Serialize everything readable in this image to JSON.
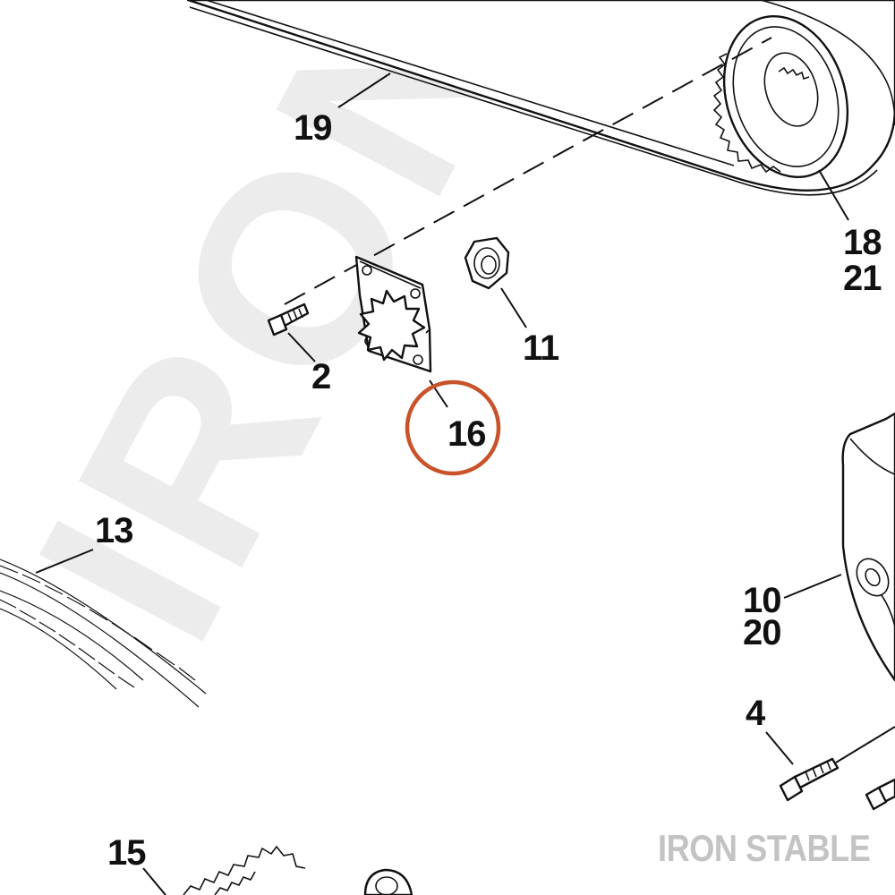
{
  "callouts": {
    "c19": "19",
    "c18": "18",
    "c21": "21",
    "c2": "2",
    "c11": "11",
    "c16": "16",
    "c13": "13",
    "c10": "10",
    "c20": "20",
    "c4": "4",
    "c15": "15"
  },
  "highlight": {
    "part": "16",
    "color": "#c8522a"
  },
  "watermark": "IRON STABLE",
  "brand": "IRON STABLE",
  "colors": {
    "ink": "#111111",
    "watermark": "#e9e9e9",
    "brand": "#c3c3c3",
    "highlight": "#c8522a"
  }
}
